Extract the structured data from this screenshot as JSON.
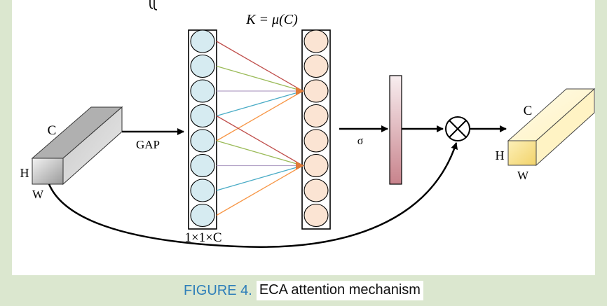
{
  "diagram": {
    "kernel_label": "K = μ(C)",
    "labels": {
      "input_channels": "C",
      "input_height": "H",
      "input_width": "W",
      "gap": "GAP",
      "vector_shape": "1×1×C",
      "sigma": "σ",
      "output_channels": "C",
      "output_height": "H",
      "output_width": "W"
    }
  },
  "caption": {
    "label": "FIGURE 4",
    "separator": ".",
    "text": "ECA attention mechanism"
  },
  "colors": {
    "panel_background": "#dbe7cf",
    "caption_label": "#2f7fb9",
    "vector_left_fill": "#d6ebf1",
    "vector_right_fill": "#fbe4d3",
    "connection_colors": [
      "#c0504d",
      "#9bbb59",
      "#b3a2c7",
      "#4bacc6",
      "#f79646"
    ]
  }
}
